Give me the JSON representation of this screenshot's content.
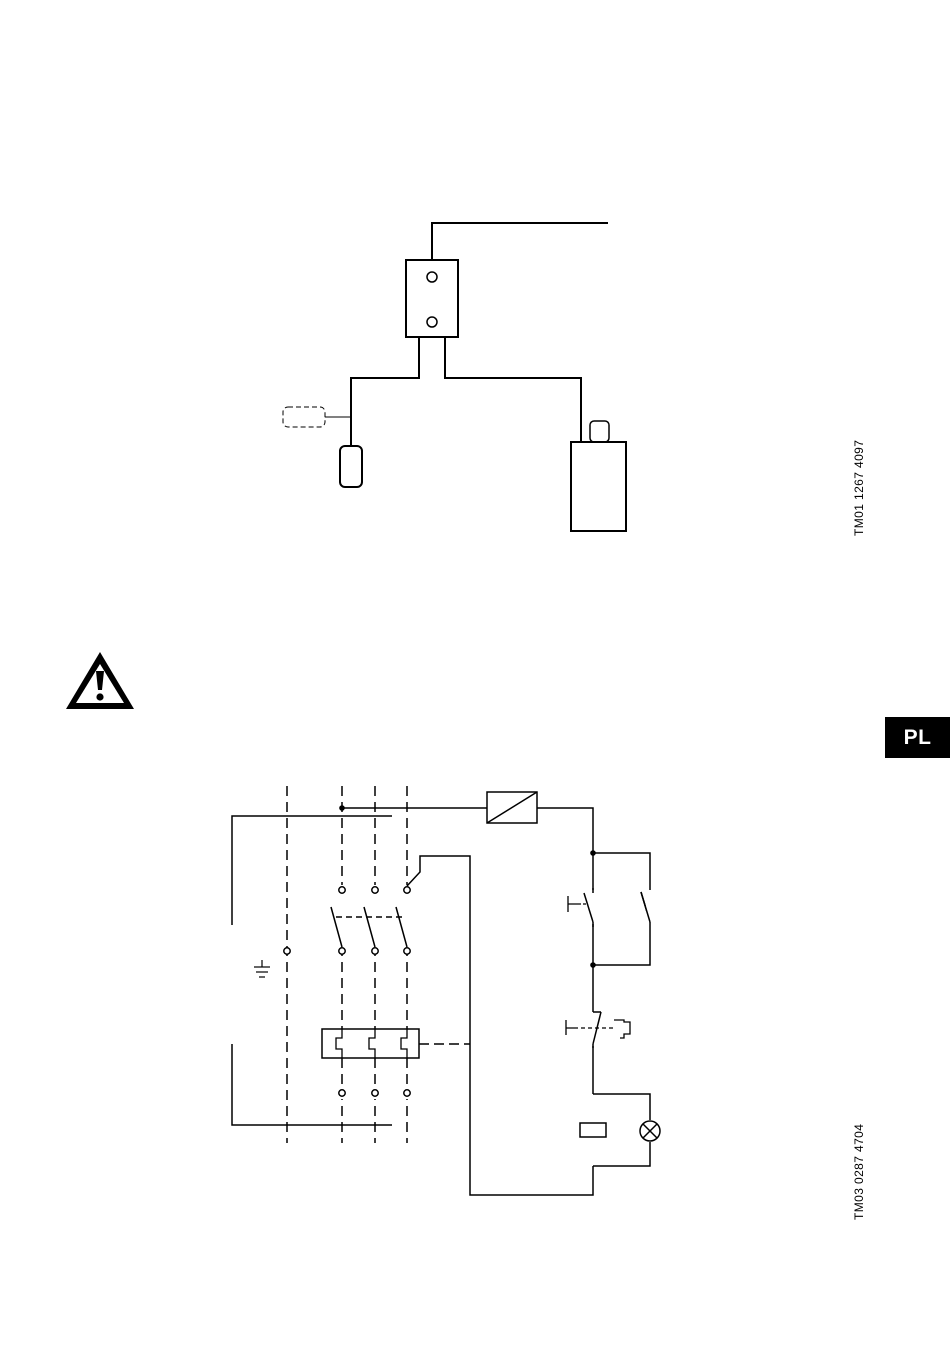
{
  "figure_1": {
    "reference_code": "TM01 1267 4097"
  },
  "figure_2": {
    "reference_code": "TM03 0287 4704"
  },
  "language_tab": {
    "label": "PL"
  },
  "colors": {
    "ink": "#000000",
    "tab_background": "#000000",
    "tab_text": "#ffffff"
  }
}
